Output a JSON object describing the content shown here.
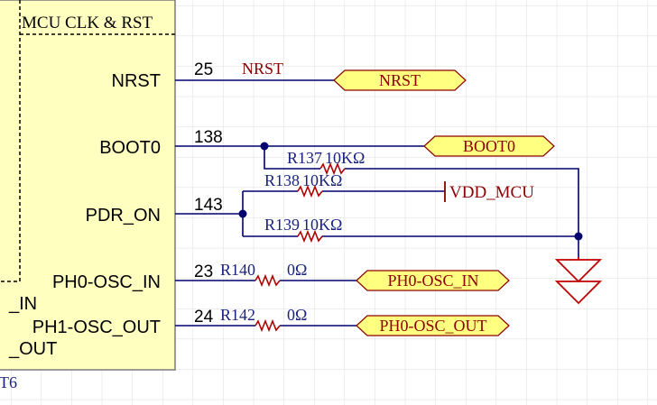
{
  "colors": {
    "grid": "#dcdcdc",
    "component_fill": "#ffffc0",
    "component_border": "#7a7a7a",
    "wire": "#00006e",
    "net_label": "#8b0000",
    "refdes": "#1a237e",
    "port_fill": "#ffff80",
    "ground": "#c00000"
  },
  "component": {
    "title": "MCU CLK & RST",
    "suffix_fragment": "T6",
    "pins": [
      {
        "name": "NRST",
        "number": "25"
      },
      {
        "name": "BOOT0",
        "number": "138"
      },
      {
        "name": "PDR_ON",
        "number": "143"
      },
      {
        "name": "PH0-OSC_IN",
        "number": "23"
      },
      {
        "name": "PH1-OSC_OUT",
        "number": "24"
      }
    ],
    "left_fragments": [
      "_IN",
      "_OUT"
    ]
  },
  "nets": {
    "nrst_label": "NRST"
  },
  "resistors": [
    {
      "ref": "R137",
      "value": "10KΩ"
    },
    {
      "ref": "R138",
      "value": "10KΩ"
    },
    {
      "ref": "R139",
      "value": "10KΩ"
    },
    {
      "ref": "R140",
      "value": "0Ω"
    },
    {
      "ref": "R142",
      "value": "0Ω"
    }
  ],
  "ports": [
    "NRST",
    "BOOT0",
    "PH0-OSC_IN",
    "PH0-OSC_OUT"
  ],
  "power": {
    "vdd_label": "VDD_MCU",
    "ground_icon": "ground-icon"
  }
}
